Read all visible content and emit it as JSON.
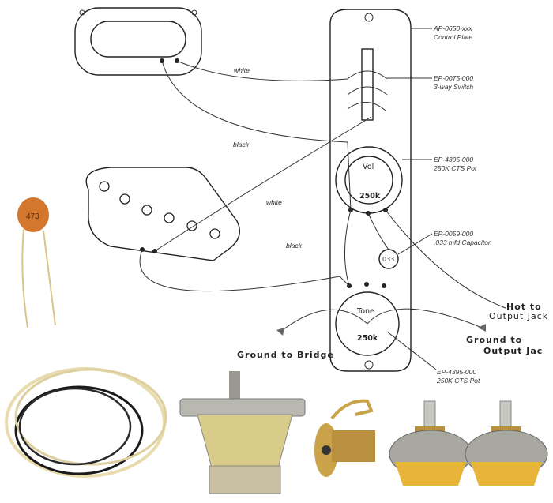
{
  "callouts": [
    {
      "part": "AP-0650-xxx",
      "desc": "Control Plate"
    },
    {
      "part": "EP-0075-000",
      "desc": "3-way Switch"
    },
    {
      "part": "EP-4395-000",
      "desc": "250K CTS Pot"
    },
    {
      "part": "EP-0059-000",
      "desc": ".033 mfd Capacitor"
    },
    {
      "part": "EP-4395-000",
      "desc": "250K CTS Pot"
    }
  ],
  "wire_labels": {
    "neck_white": "white",
    "neck_black": "black",
    "bridge_white": "white",
    "bridge_black": "black"
  },
  "pots": {
    "volume": {
      "name": "Vol",
      "value": "250k"
    },
    "tone": {
      "name": "Tone",
      "value": "250k"
    }
  },
  "capacitor_value": "033",
  "ceramic_cap_marking": "473",
  "connections": {
    "hot_line1": "Hot to",
    "hot_line2": "Output Jack",
    "ground_out_line1": "Ground to",
    "ground_out_line2": "Output Jac",
    "ground_bridge": "Ground to Bridge"
  },
  "colors": {
    "wire_cream": "#e8dcae",
    "wire_black": "#1a1a1a",
    "cap_orange": "#d4772e",
    "pot_yellow": "#e8b43a",
    "metal": "#b8b8b0",
    "brass": "#c9a24a"
  }
}
